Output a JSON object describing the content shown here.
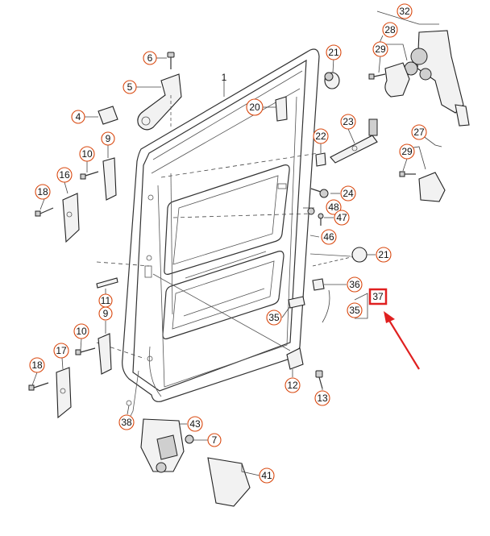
{
  "diagram": {
    "callouts": [
      {
        "id": "c32",
        "label": "32"
      },
      {
        "id": "c28",
        "label": "28"
      },
      {
        "id": "c29a",
        "label": "29"
      },
      {
        "id": "c21a",
        "label": "21"
      },
      {
        "id": "c6",
        "label": "6"
      },
      {
        "id": "c5",
        "label": "5"
      },
      {
        "id": "c20",
        "label": "20"
      },
      {
        "id": "c4",
        "label": "4"
      },
      {
        "id": "c9a",
        "label": "9"
      },
      {
        "id": "c10a",
        "label": "10"
      },
      {
        "id": "c16",
        "label": "16"
      },
      {
        "id": "c18a",
        "label": "18"
      },
      {
        "id": "c22",
        "label": "22"
      },
      {
        "id": "c23",
        "label": "23"
      },
      {
        "id": "c27",
        "label": "27"
      },
      {
        "id": "c29b",
        "label": "29"
      },
      {
        "id": "c24",
        "label": "24"
      },
      {
        "id": "c48",
        "label": "48"
      },
      {
        "id": "c47",
        "label": "47"
      },
      {
        "id": "c46",
        "label": "46"
      },
      {
        "id": "c21b",
        "label": "21"
      },
      {
        "id": "c11",
        "label": "11"
      },
      {
        "id": "c9b",
        "label": "9"
      },
      {
        "id": "c36",
        "label": "36"
      },
      {
        "id": "c35a",
        "label": "35"
      },
      {
        "id": "c35b",
        "label": "35"
      },
      {
        "id": "c10b",
        "label": "10"
      },
      {
        "id": "c17",
        "label": "17"
      },
      {
        "id": "c18b",
        "label": "18"
      },
      {
        "id": "c12",
        "label": "12"
      },
      {
        "id": "c13",
        "label": "13"
      },
      {
        "id": "c38",
        "label": "38"
      },
      {
        "id": "c43",
        "label": "43"
      },
      {
        "id": "c7",
        "label": "7"
      },
      {
        "id": "c41",
        "label": "41"
      }
    ],
    "plain_labels": [
      {
        "id": "p1",
        "label": "1"
      },
      {
        "id": "p37",
        "label": "37"
      }
    ],
    "highlight_color": "#e02020",
    "callout_color": "#d9480f"
  }
}
